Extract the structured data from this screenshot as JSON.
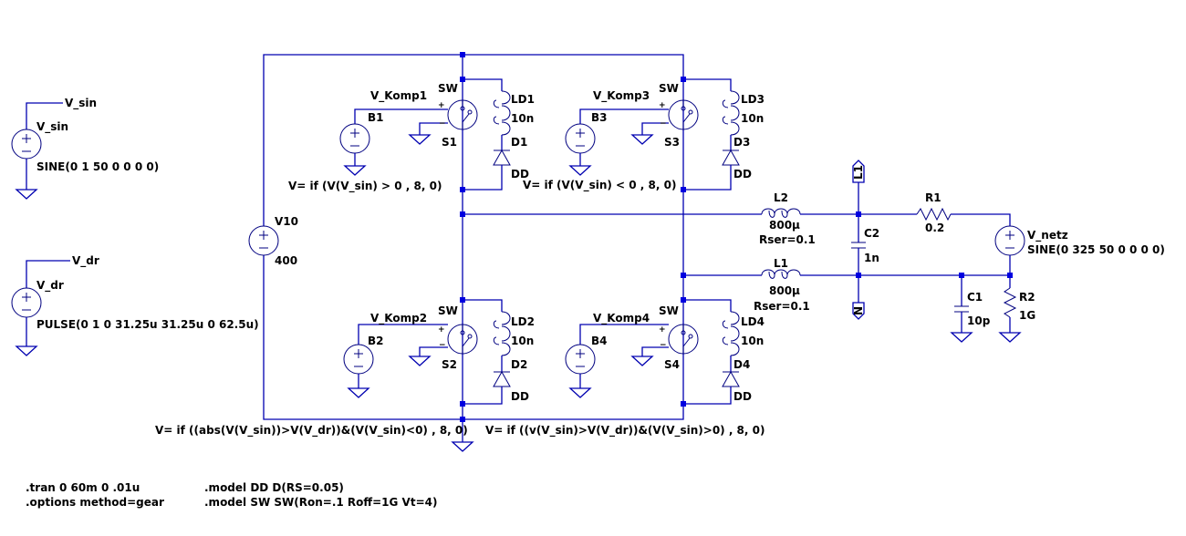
{
  "colors": {
    "wire": "#0000b0",
    "junction": "#0000e0",
    "component": "#000080",
    "text": "#000000",
    "background": "#ffffff"
  },
  "sources": {
    "v_sin": {
      "net": "V_sin",
      "name": "V_sin",
      "value": "SINE(0 1 50 0 0 0 0)"
    },
    "v_dr": {
      "net": "V_dr",
      "name": "V_dr",
      "value": "PULSE(0 1 0 31.25u 31.25u 0 62.5u)"
    },
    "v10": {
      "name": "V10",
      "value": "400"
    },
    "v_netz": {
      "name": "V_netz",
      "value": "SINE(0 325 50 0 0 0 0)"
    }
  },
  "cells": [
    {
      "b": "B1",
      "net": "V_Komp1",
      "sw_model": "SW",
      "sw": "S1",
      "ld": "LD1",
      "ld_val": "10n",
      "d": "D1",
      "d_model": "DD",
      "expr": "V= if (V(V_sin) > 0 , 8, 0)"
    },
    {
      "b": "B2",
      "net": "V_Komp2",
      "sw_model": "SW",
      "sw": "S2",
      "ld": "LD2",
      "ld_val": "10n",
      "d": "D2",
      "d_model": "DD",
      "expr": "V= if ((abs(V(V_sin))>V(V_dr))&(V(V_sin)<0) , 8, 0)"
    },
    {
      "b": "B3",
      "net": "V_Komp3",
      "sw_model": "SW",
      "sw": "S3",
      "ld": "LD3",
      "ld_val": "10n",
      "d": "D3",
      "d_model": "DD",
      "expr": "V= if (V(V_sin) < 0 , 8, 0)"
    },
    {
      "b": "B4",
      "net": "V_Komp4",
      "sw_model": "SW",
      "sw": "S4",
      "ld": "LD4",
      "ld_val": "10n",
      "d": "D4",
      "d_model": "DD",
      "expr": "V= if ((v(V_sin)>V(V_dr))&(V(V_sin)>0) , 8, 0)"
    }
  ],
  "filter": {
    "l2": {
      "name": "L2",
      "value": "800µ",
      "rser": "Rser=0.1"
    },
    "l1": {
      "name": "L1",
      "value": "800µ",
      "rser": "Rser=0.1"
    },
    "c2": {
      "name": "C2",
      "value": "1n"
    },
    "r1": {
      "name": "R1",
      "value": "0.2"
    },
    "c1": {
      "name": "C1",
      "value": "10p"
    },
    "r2": {
      "name": "R2",
      "value": "1G"
    },
    "port_top": "L1",
    "port_bottom": "N"
  },
  "directives": {
    "tran": ".tran 0 60m 0 .01u",
    "options": ".options method=gear",
    "model_dd": ".model DD D(RS=0.05)",
    "model_sw": ".model SW SW(Ron=.1 Roff=1G Vt=4)"
  }
}
